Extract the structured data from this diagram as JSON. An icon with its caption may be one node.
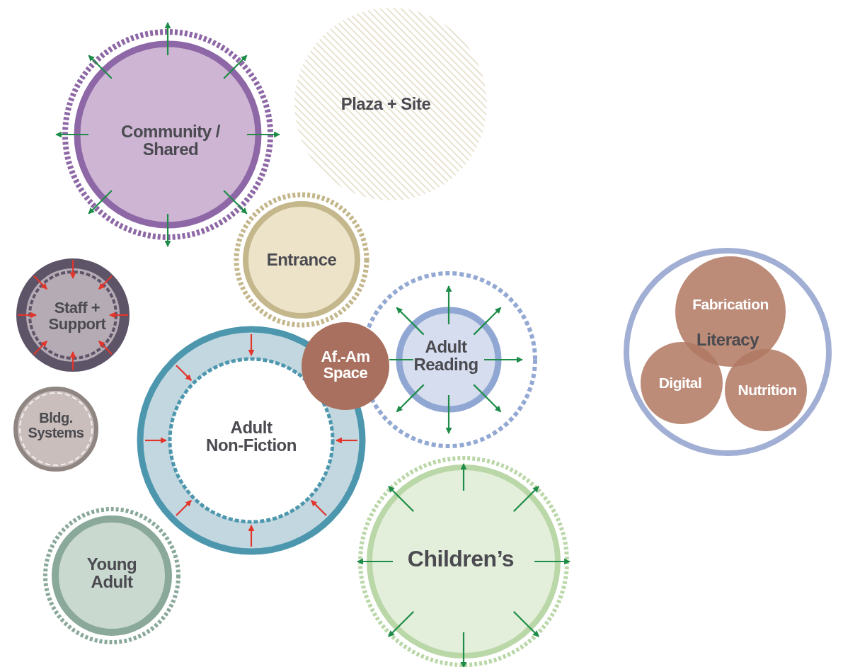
{
  "diagram": {
    "nodes": [
      {
        "text": [
          "Community / Shared"
        ]
      },
      {
        "text": [
          "Plaza + Site"
        ]
      },
      {
        "text": [
          "Entrance"
        ]
      },
      {
        "text": [
          "Staff + Support"
        ]
      },
      {
        "text": [
          "Bldg. Systems"
        ]
      },
      {
        "text": [
          "Adult Non-Fiction"
        ]
      },
      {
        "text": [
          "Af.-Am Space"
        ]
      },
      {
        "text": [
          "Adult Reading"
        ]
      },
      {
        "text": [
          "Children’s"
        ]
      },
      {
        "text": [
          "Young Adult"
        ]
      },
      {
        "text": [],
        "shape": "circle"
      },
      {
        "text": [
          "Fabrication"
        ],
        "in": 10
      },
      {
        "text": [
          "Digital"
        ],
        "in": 10
      },
      {
        "text": [
          "Nutrition"
        ],
        "in": 10
      }
    ],
    "labels": [
      "Literacy"
    ]
  }
}
